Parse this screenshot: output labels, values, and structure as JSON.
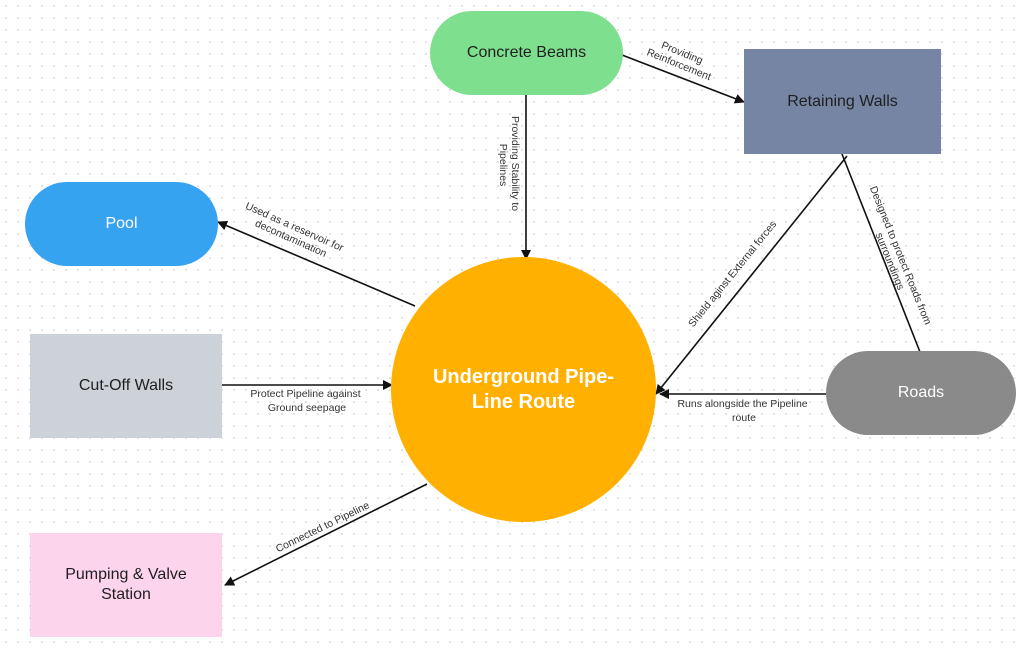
{
  "nodes": {
    "concrete_beams": {
      "label": "Concrete Beams",
      "color": "#7ee08f"
    },
    "retaining_walls": {
      "label": "Retaining Walls",
      "color": "#7585a3"
    },
    "pool": {
      "label": "Pool",
      "color": "#36a3f0"
    },
    "cut_off_walls": {
      "label": "Cut-Off Walls",
      "color": "#cdd1d8"
    },
    "pipeline_route": {
      "label": "Underground Pipe-Line Route",
      "color": "#ffb000"
    },
    "roads": {
      "label": "Roads",
      "color": "#8a8a8a"
    },
    "pumping_station": {
      "label": "Pumping & Valve Station",
      "color": "#fcd4ec"
    }
  },
  "edges": {
    "beams_to_walls": {
      "label_line1": "Providing",
      "label_line2": "Reinforcement"
    },
    "beams_to_route": {
      "label_line1": "Providing Stability to",
      "label_line2": "Pipelines"
    },
    "route_to_pool": {
      "label_line1": "Used as a reservoir for",
      "label_line2": "decontamination"
    },
    "cutoff_to_route": {
      "label_line1": "Protect Pipeline against",
      "label_line2": "Ground seepage"
    },
    "route_to_pumping": {
      "label_line1": "Connected to Pipeline"
    },
    "walls_to_route": {
      "label_line1": "Shield aginst External forces"
    },
    "roads_to_walls": {
      "label_line1": "Designed to protect Roads from",
      "label_line2": "surroundings"
    },
    "roads_to_route": {
      "label_line1": "Runs alongside the Pipeline",
      "label_line2": "route"
    }
  },
  "colors": {
    "edge": "#111111",
    "edge_label": "#333333"
  }
}
